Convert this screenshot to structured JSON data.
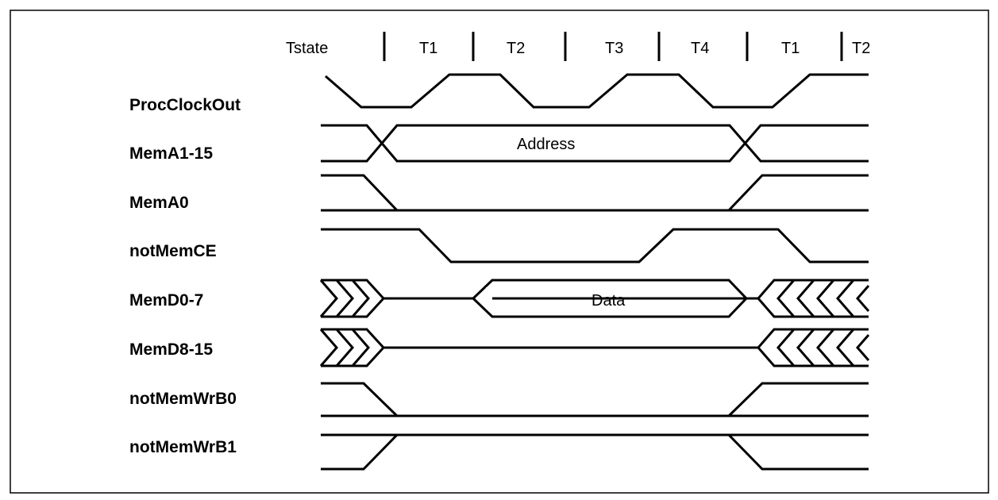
{
  "header": {
    "row_label": "Tstate",
    "states": [
      "T1",
      "T2",
      "T3",
      "T4",
      "T1",
      "T2"
    ]
  },
  "signals": [
    {
      "name": "ProcClockOut"
    },
    {
      "name": "MemA1-15",
      "bus_label": "Address"
    },
    {
      "name": "MemA0"
    },
    {
      "name": "notMemCE"
    },
    {
      "name": "MemD0-7",
      "bus_label": "Data"
    },
    {
      "name": "MemD8-15"
    },
    {
      "name": "notMemWrB0"
    },
    {
      "name": "notMemWrB1"
    }
  ]
}
